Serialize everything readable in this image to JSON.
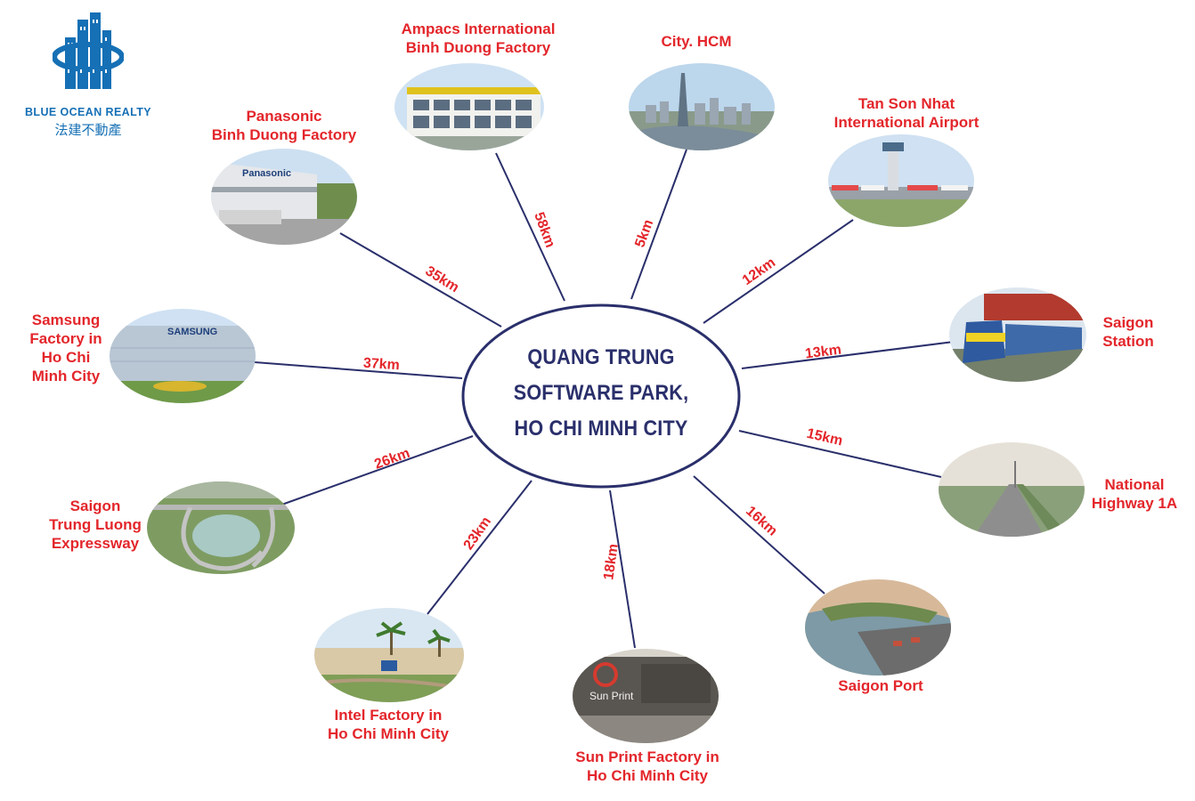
{
  "logo": {
    "name": "BLUE OCEAN REALTY",
    "cjk": "法建不動產",
    "icon": "building-globe-icon"
  },
  "center": {
    "lines": [
      "QUANG TRUNG",
      "SOFTWARE PARK,",
      "HO CHI MINH CITY"
    ]
  },
  "colors": {
    "label": "#e3262b",
    "center_text": "#2a2f6b",
    "connector": "#2a2f6b",
    "logo": "#1670b5"
  },
  "destinations": [
    {
      "id": "ampacs",
      "label_lines": [
        "Ampacs International",
        "Binh Duong Factory"
      ],
      "distance": "58km",
      "photo": "factory-building"
    },
    {
      "id": "city-hcm",
      "label_lines": [
        "City. HCM"
      ],
      "distance": "5km",
      "photo": "city-skyline"
    },
    {
      "id": "airport",
      "label_lines": [
        "Tan Son Nhat",
        "International Airport"
      ],
      "distance": "12km",
      "photo": "airport"
    },
    {
      "id": "station",
      "label_lines": [
        "Saigon",
        "Station"
      ],
      "distance": "13km",
      "photo": "train-station"
    },
    {
      "id": "highway",
      "label_lines": [
        "National",
        "Highway 1A"
      ],
      "distance": "15km",
      "photo": "highway-road"
    },
    {
      "id": "port",
      "label_lines": [
        "Saigon Port"
      ],
      "distance": "16km",
      "photo": "river-port"
    },
    {
      "id": "sunprint",
      "label_lines": [
        "Sun Print Factory in",
        "Ho Chi Minh City"
      ],
      "distance": "18km",
      "photo": "factory-sign"
    },
    {
      "id": "intel",
      "label_lines": [
        "Intel Factory in",
        "Ho Chi Minh City"
      ],
      "distance": "23km",
      "photo": "factory-palms"
    },
    {
      "id": "expressway",
      "label_lines": [
        "Saigon",
        "Trung Luong",
        "Expressway"
      ],
      "distance": "26km",
      "photo": "interchange"
    },
    {
      "id": "samsung",
      "label_lines": [
        "Samsung",
        "Factory in",
        "Ho Chi",
        "Minh City"
      ],
      "distance": "37km",
      "photo": "factory-building"
    },
    {
      "id": "panasonic",
      "label_lines": [
        "Panasonic",
        "Binh Duong Factory"
      ],
      "distance": "35km",
      "photo": "factory-building"
    }
  ],
  "photo_texts": {
    "samsung_sign": "SAMSUNG",
    "panasonic_sign": "Panasonic",
    "sunprint_sign": "Sun Print"
  }
}
